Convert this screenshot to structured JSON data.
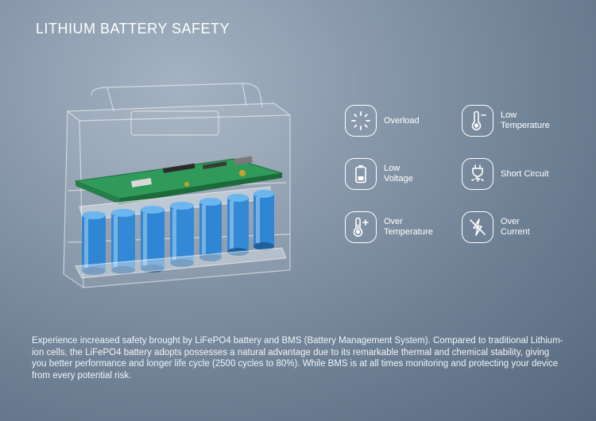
{
  "title": "LITHIUM BATTERY SAFETY",
  "features": [
    {
      "icon": "overload-icon",
      "label": "Overload"
    },
    {
      "icon": "low-temperature-icon",
      "label": "Low\nTemperature"
    },
    {
      "icon": "low-voltage-icon",
      "label": "Low\nVoltage"
    },
    {
      "icon": "short-circuit-icon",
      "label": "Short Circuit"
    },
    {
      "icon": "over-temperature-icon",
      "label": "Over\nTemperature"
    },
    {
      "icon": "over-current-icon",
      "label": "Over\nCurrent"
    }
  ],
  "description": "Experience increased safety brought by LiFePO4 battery and BMS (Battery Management System). Compared to traditional Lithium-ion cells, the LiFePO4 battery adopts possesses a natural advantage due to its remarkable thermal and chemical stability, giving you better performance and longer life cycle (2500 cycles to 80%). While BMS is at all times monitoring and protecting your device from every potential risk."
}
